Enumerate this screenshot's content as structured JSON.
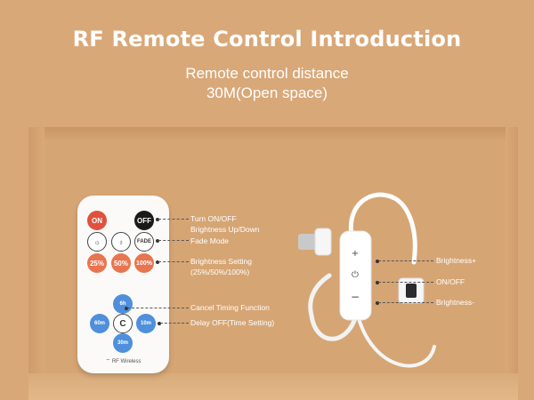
{
  "header": {
    "title": "RF Remote Control Introduction",
    "subtitle_line1": "Remote control distance",
    "subtitle_line2": "30M(Open space)"
  },
  "remote": {
    "buttons": {
      "on": "ON",
      "off": "OFF",
      "fade": "FADE",
      "p25": "25%",
      "p50": "50%",
      "p100": "100%",
      "cancel": "C",
      "t60m": "60m",
      "t10m": "10m",
      "t30m": "30m",
      "t6h": "6h"
    },
    "brand_label": "RF Wireless"
  },
  "labels": {
    "turn": "Turn ON/OFF",
    "brightness_updown": "Brightness Up/Down",
    "fade_mode": "Fade Mode",
    "brightness_setting": "Brightness Setting",
    "brightness_setting_values": "(25%/50%/100%)",
    "cancel_timing": "Cancel Timing Function",
    "delay_off": "Delay OFF(Time Setting)"
  },
  "controller_labels": {
    "bplus": "Brightness+",
    "onoff": "ON/OFF",
    "bminus": "Brightness-"
  },
  "colors": {
    "background": "#d9a878",
    "on_button": "#e0513e",
    "percent_button": "#e8754f",
    "timer_button": "#4f8fdb"
  }
}
